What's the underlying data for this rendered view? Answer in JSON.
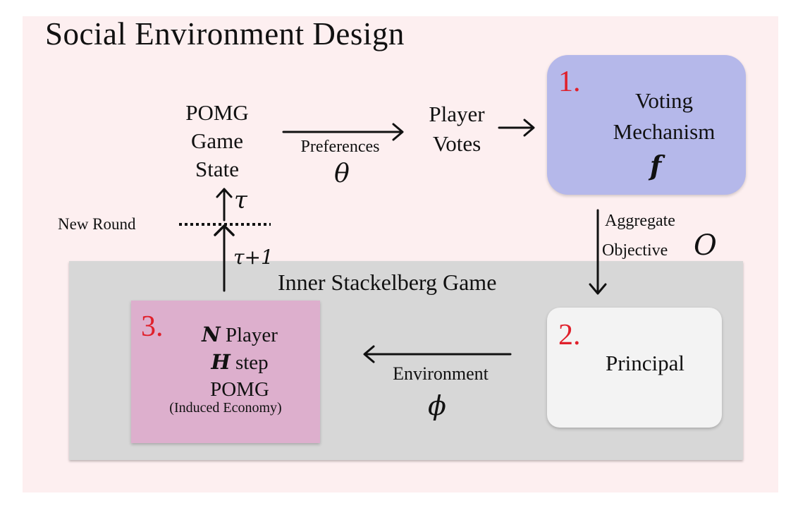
{
  "title": "Social Environment Design",
  "pomg": {
    "line1": "POMG",
    "line2": "Game",
    "line3": "State"
  },
  "preferences": {
    "label": "Preferences",
    "symbol": "θ"
  },
  "player_votes": {
    "line1": "Player",
    "line2": "Votes"
  },
  "voting": {
    "number": "1.",
    "line1": "Voting",
    "line2": "Mechanism",
    "symbol": "f"
  },
  "aggregate": {
    "line1": "Aggregate",
    "line2": "Objective",
    "symbol": "O"
  },
  "principal": {
    "number": "2.",
    "label": "Principal"
  },
  "environment": {
    "label": "Environment",
    "symbol": "ϕ"
  },
  "npomg": {
    "number": "3.",
    "n_symbol": "N",
    "n_text": "Player",
    "h_symbol": "H",
    "h_text": "step",
    "line3": "POMG",
    "note": "(Induced Economy)"
  },
  "inner_game": {
    "label": "Inner Stackelberg Game"
  },
  "new_round": {
    "label": "New Round",
    "tau": "τ",
    "tau_next": "τ+1"
  }
}
